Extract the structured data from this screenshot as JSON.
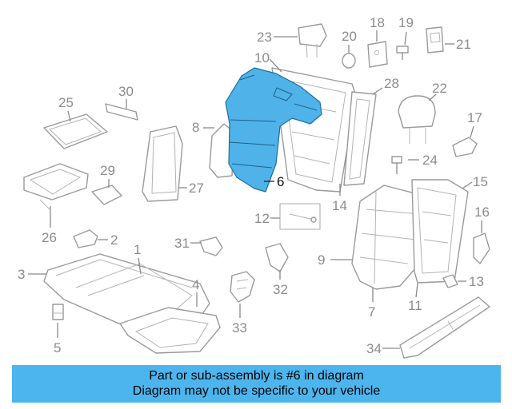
{
  "callouts": {
    "c1": "1",
    "c2": "2",
    "c3": "3",
    "c4": "4",
    "c5": "5",
    "c6": "6",
    "c7": "7",
    "c8": "8",
    "c9": "9",
    "c10": "10",
    "c11": "11",
    "c12": "12",
    "c13": "13",
    "c14": "14",
    "c15": "15",
    "c16": "16",
    "c17": "17",
    "c18": "18",
    "c19": "19",
    "c20": "20",
    "c21": "21",
    "c22": "22",
    "c23": "23",
    "c24": "24",
    "c25": "25",
    "c26": "26",
    "c27": "27",
    "c28": "28",
    "c29": "29",
    "c30": "30",
    "c31": "31",
    "c32": "32",
    "c33": "33",
    "c34": "34"
  },
  "highlight": {
    "part_number": "6",
    "color": "#4fb3ea"
  },
  "banner": {
    "line1": "Part or sub-assembly is #6 in diagram",
    "line2": "Diagram may not be specific to your vehicle",
    "background": "#4db5ee"
  }
}
